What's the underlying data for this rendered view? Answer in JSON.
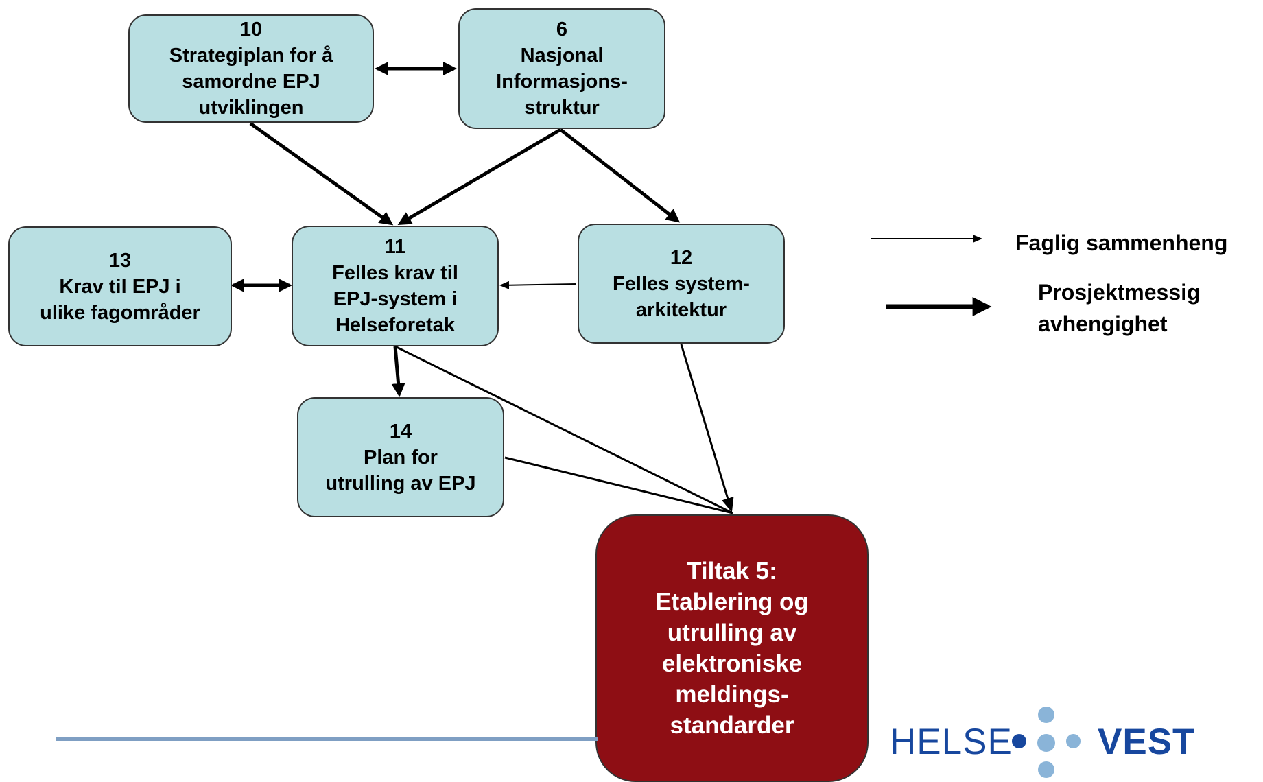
{
  "nodes": {
    "n10": [
      "10",
      "Strategiplan for å",
      "samordne EPJ",
      "utviklingen"
    ],
    "n6": [
      "6",
      "Nasjonal",
      "Informasjons-",
      "struktur"
    ],
    "n13": [
      "13",
      "Krav til EPJ i",
      "ulike fagområder"
    ],
    "n11": [
      "11",
      "Felles krav til",
      "EPJ-system i",
      "Helseforetak"
    ],
    "n12": [
      "12",
      "Felles system-",
      "arkitektur"
    ],
    "n14": [
      "14",
      "Plan for",
      "utrulling av EPJ"
    ],
    "main": [
      "Tiltak 5:",
      "Etablering og",
      "utrulling av",
      "elektroniske",
      "meldings-",
      "standarder"
    ]
  },
  "legend": {
    "thin_label": "Faglig sammenheng",
    "thick_label_1": "Prosjektmessig",
    "thick_label_2": "avhengighet"
  },
  "logo": {
    "left": "HELSE",
    "right": "VEST"
  },
  "colors": {
    "node_fill": "#b9dfe2",
    "main_fill": "#8e0e14",
    "logo_blue": "#17479e",
    "logo_light": "#8ab4d8",
    "footer_line": "#7f9fc3"
  }
}
